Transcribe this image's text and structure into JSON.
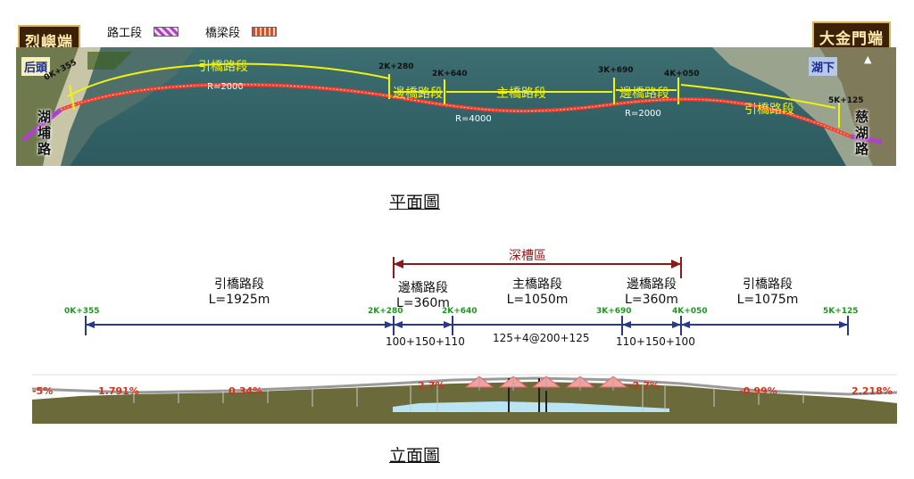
{
  "header": {
    "west_end": "烈嶼端",
    "east_end": "大金門端",
    "legend": [
      {
        "label": "路工段",
        "color": "#b040c8"
      },
      {
        "label": "橋梁段",
        "color": "#e04a2a"
      }
    ]
  },
  "plan": {
    "title": "平面圖",
    "places": {
      "west_village": "后頭",
      "east_village": "湖下",
      "west_road": "湖埔路",
      "east_road": "慈湖路"
    },
    "chainages": [
      "0K+355",
      "2K+280",
      "2K+640",
      "3K+690",
      "4K+050",
      "5K+125"
    ],
    "segments": [
      "引橋路段",
      "邊橋路段",
      "主橋路段",
      "邊橋路段",
      "引橋路段"
    ],
    "radii": [
      "R=2000",
      "R=4000",
      "R=2000"
    ]
  },
  "elevation": {
    "title": "立面圖",
    "deep_trough": "深槽區",
    "segments": [
      {
        "name": "引橋路段",
        "length": "L=1925m"
      },
      {
        "name": "邊橋路段",
        "length": "L=360m"
      },
      {
        "name": "主橋路段",
        "length": "L=1050m"
      },
      {
        "name": "邊橋路段",
        "length": "L=360m"
      },
      {
        "name": "引橋路段",
        "length": "L=1075m"
      }
    ],
    "chainages": [
      "0K+355",
      "2K+280",
      "2K+640",
      "3K+690",
      "4K+050",
      "5K+125"
    ],
    "spans": [
      "100+150+110",
      "125+4@200+125",
      "110+150+100"
    ],
    "grades": [
      "-5%",
      "1.791%",
      "0.34%",
      "2.7%",
      "-2.7%",
      "-0.99%",
      "2.218%"
    ],
    "colors": {
      "dimension": "#283a8c",
      "grade": "#d0331a",
      "chainage": "#1a9a1a",
      "trough": "#8b1a1a"
    }
  }
}
